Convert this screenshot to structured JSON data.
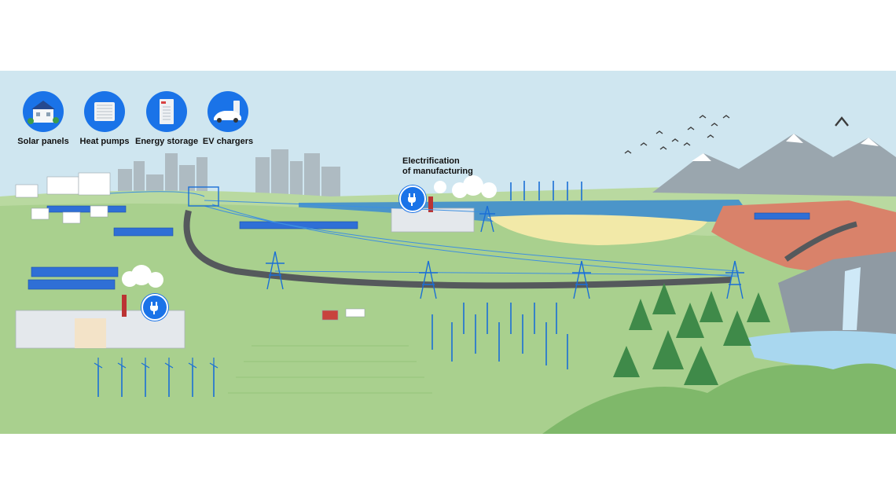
{
  "legend": {
    "items": [
      {
        "label": "Solar panels",
        "icon": "solar-house-icon"
      },
      {
        "label": "Heat pumps",
        "icon": "heat-pump-icon"
      },
      {
        "label": "Energy storage",
        "icon": "battery-storage-icon"
      },
      {
        "label": "EV chargers",
        "icon": "ev-charger-icon"
      }
    ]
  },
  "callout": {
    "line1": "Electrification",
    "line2": "of manufacturing"
  },
  "colors": {
    "sky": "#cfe6f0",
    "grass": "#a9d08e",
    "water": "#4b95c9",
    "accent_blue": "#1a73e8",
    "road": "#55595c",
    "canyon": "#d9826a",
    "forest": "#3f8a49"
  }
}
